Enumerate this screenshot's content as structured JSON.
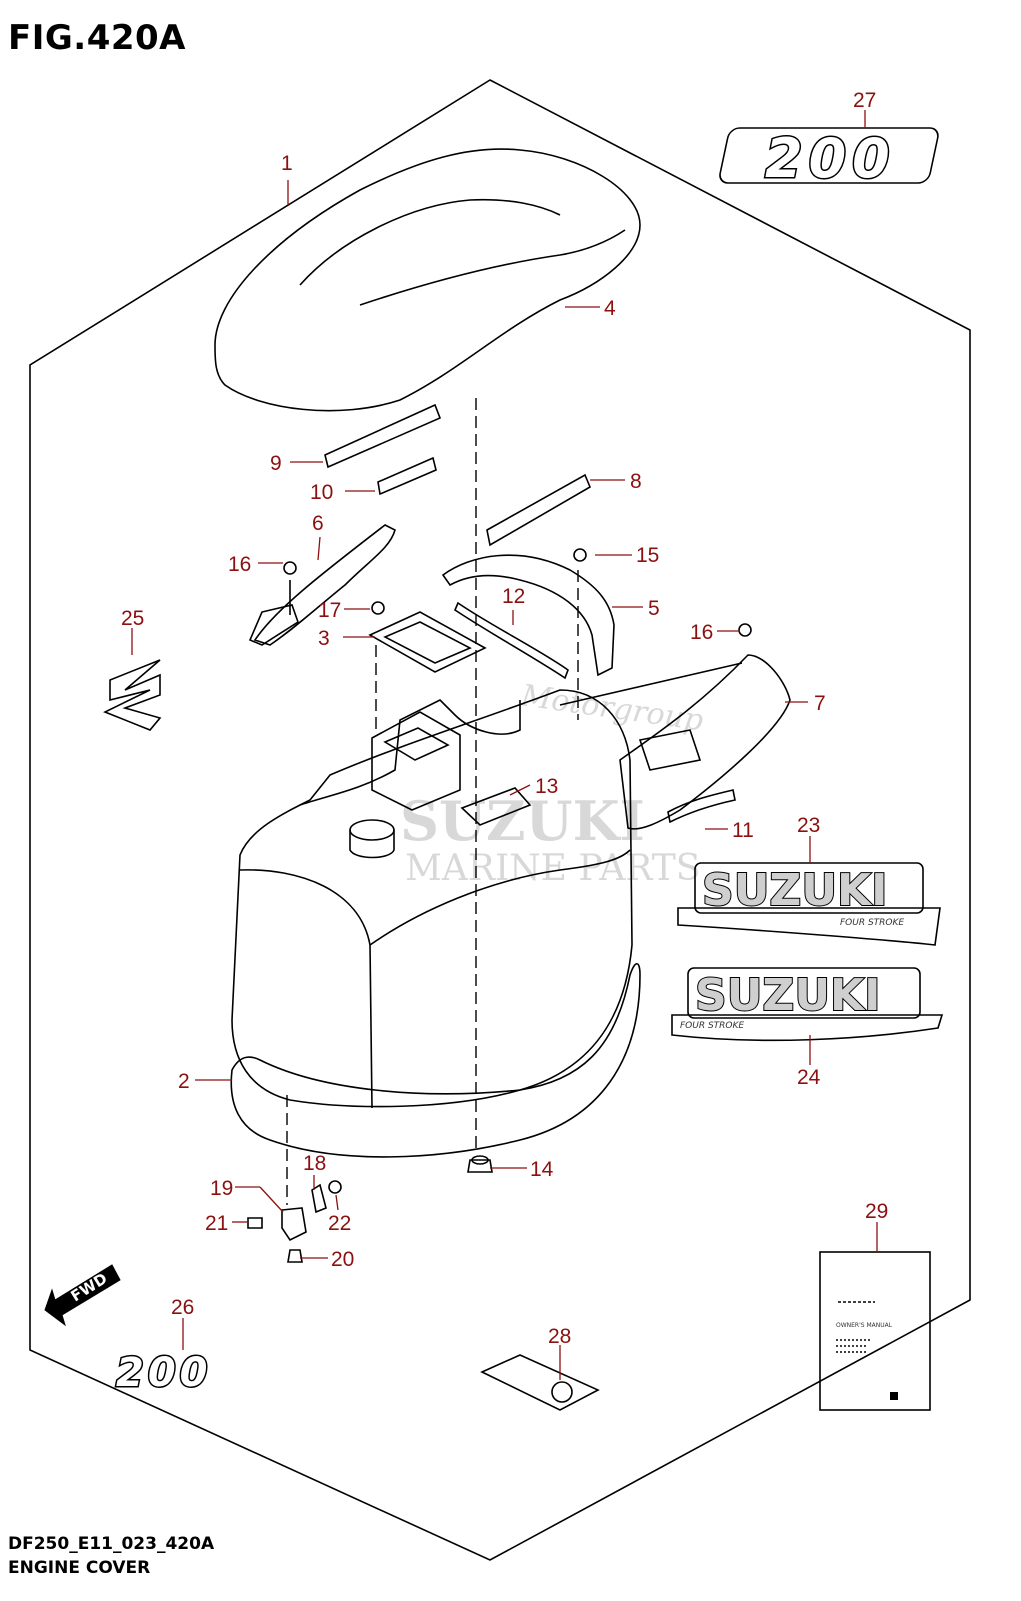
{
  "figure": {
    "title": "FIG.420A",
    "code": "DF250_E11_023_420A",
    "name": "ENGINE COVER"
  },
  "callouts": [
    "1",
    "2",
    "3",
    "4",
    "5",
    "6",
    "7",
    "8",
    "9",
    "10",
    "11",
    "12",
    "13",
    "14",
    "15",
    "16",
    "16",
    "17",
    "18",
    "19",
    "20",
    "21",
    "22",
    "23",
    "24",
    "25",
    "26",
    "27",
    "28",
    "29"
  ],
  "decals": {
    "badge_200": "200",
    "brand": "SUZUKI",
    "four_stroke": "FOUR STROKE",
    "fwd": "FWD"
  },
  "manual": {
    "title_line": "OWNER'S MANUAL"
  },
  "watermark": {
    "line1": "SUZUKI",
    "line2": "MARINE PARTS",
    "line3": "Motorgroup"
  },
  "colors": {
    "callout": "#8b1010",
    "line": "#000000"
  },
  "icons": [
    "suzuki-s-logo-icon",
    "fwd-arrow-icon",
    "screw-icon",
    "bolt-icon",
    "bracket-icon"
  ]
}
